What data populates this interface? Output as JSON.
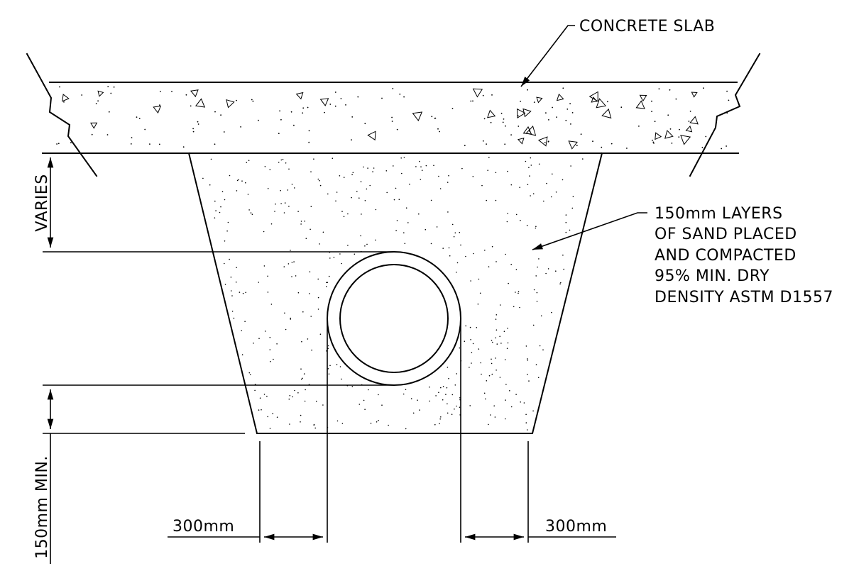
{
  "labels": {
    "slab": "CONCRETE SLAB",
    "sand_line1": "150mm LAYERS",
    "sand_line2": "OF SAND PLACED",
    "sand_line3": "AND COMPACTED",
    "sand_line4": "95% MIN. DRY",
    "sand_line5": "DENSITY ASTM D1557",
    "varies": "VARIES",
    "bedding_min": "150mm MIN.",
    "side_left": "300mm",
    "side_right": "300mm"
  }
}
